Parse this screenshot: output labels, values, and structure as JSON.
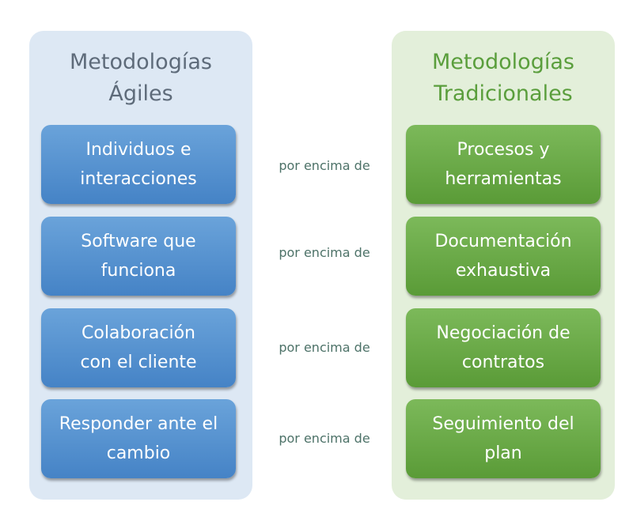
{
  "agile": {
    "title_line1": "Metodologías",
    "title_line2": "Ágiles",
    "items": [
      "Individuos e interacciones",
      "Software que funciona",
      "Colaboración con el cliente",
      "Responder ante el cambio"
    ]
  },
  "traditional": {
    "title_line1": "Metodologías",
    "title_line2": "Tradicionales",
    "items": [
      "Procesos y herramientas",
      "Documentación exhaustiva",
      "Negociación de contratos",
      "Seguimiento del plan"
    ]
  },
  "connector": [
    "por encima de",
    "por encima de",
    "por encima de",
    "por encima de"
  ]
}
